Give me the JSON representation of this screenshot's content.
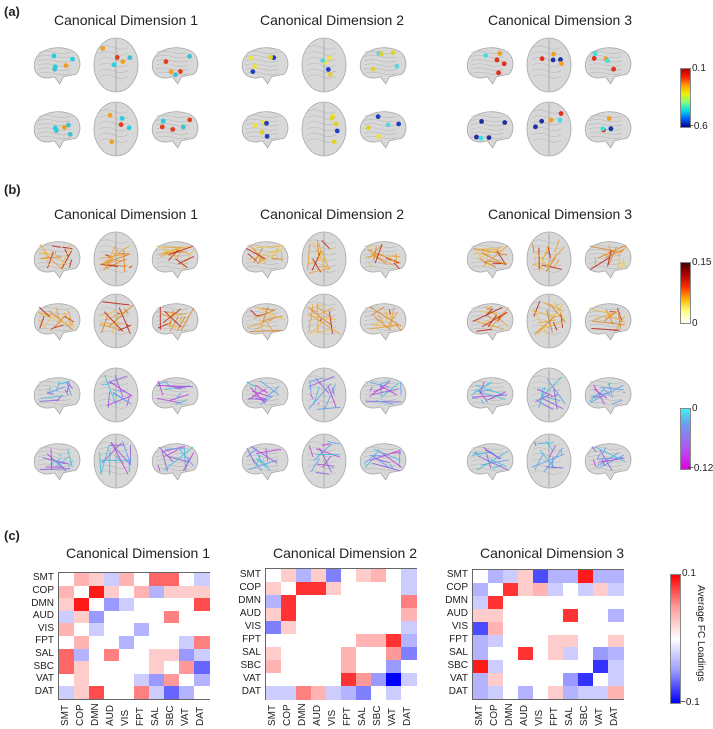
{
  "panels": {
    "a": "(a)",
    "b": "(b)",
    "c": "(c)"
  },
  "dimension_titles": [
    "Canonical Dimension 1",
    "Canonical Dimension 2",
    "Canonical Dimension 3"
  ],
  "colorbars": {
    "a": {
      "max": "0.1",
      "min": "−0.6"
    },
    "b_pos": {
      "max": "0.15",
      "min": "0"
    },
    "b_neg": {
      "max": "0",
      "min": "−0.12"
    },
    "c": {
      "max": "0.1",
      "min": "−0.1",
      "label": "Average FC Loadings"
    }
  },
  "networks": [
    "SMT",
    "COP",
    "DMN",
    "AUD",
    "VIS",
    "FPT",
    "SAL",
    "SBC",
    "VAT",
    "DAT"
  ],
  "colors": {
    "brain": "#d8d8d8",
    "pos_strong": "#e8201e",
    "neg_strong": "#1818e0"
  },
  "chart_data": [
    {
      "type": "heatmap",
      "title": "Canonical Dimension 1",
      "x": [
        "SMT",
        "COP",
        "DMN",
        "AUD",
        "VIS",
        "FPT",
        "SAL",
        "SBC",
        "VAT",
        "DAT"
      ],
      "y": [
        "SMT",
        "COP",
        "DMN",
        "AUD",
        "VIS",
        "FPT",
        "SAL",
        "SBC",
        "VAT",
        "DAT"
      ],
      "range": [
        -0.1,
        0.1
      ],
      "values": [
        [
          0,
          0.03,
          0.02,
          -0.02,
          0.03,
          0,
          0.06,
          0.06,
          0,
          -0.02
        ],
        [
          0.03,
          0,
          0.09,
          0.02,
          0,
          0.03,
          -0.03,
          0.02,
          0.02,
          0.02
        ],
        [
          0.02,
          0.09,
          0,
          -0.04,
          -0.02,
          0,
          0,
          0,
          0,
          0.07
        ],
        [
          -0.02,
          0.02,
          -0.04,
          0,
          0,
          0,
          0,
          0.05,
          0,
          0
        ],
        [
          0.03,
          0,
          -0.02,
          0,
          0,
          -0.03,
          0,
          0,
          0,
          0
        ],
        [
          0,
          0.03,
          0,
          0,
          -0.03,
          0,
          0,
          0,
          -0.02,
          0.05
        ],
        [
          0.06,
          -0.03,
          0,
          0.05,
          0,
          0,
          0.02,
          0.02,
          -0.04,
          -0.02
        ],
        [
          0.06,
          0.02,
          0,
          0,
          0,
          0,
          0.02,
          0,
          0.04,
          -0.06
        ],
        [
          0,
          0.02,
          0,
          0,
          0,
          -0.02,
          -0.04,
          0.04,
          0,
          -0.03
        ],
        [
          -0.02,
          0.02,
          0.07,
          0,
          0,
          0.05,
          -0.02,
          -0.06,
          -0.03,
          0
        ]
      ]
    },
    {
      "type": "heatmap",
      "title": "Canonical Dimension 2",
      "x": [
        "SMT",
        "COP",
        "DMN",
        "AUD",
        "VIS",
        "FPT",
        "SAL",
        "SBC",
        "VAT",
        "DAT"
      ],
      "y": [
        "SMT",
        "COP",
        "DMN",
        "AUD",
        "VIS",
        "FPT",
        "SAL",
        "SBC",
        "VAT",
        "DAT"
      ],
      "range": [
        -0.1,
        0.1
      ],
      "values": [
        [
          0,
          0.02,
          -0.03,
          0.02,
          -0.05,
          0,
          0.02,
          0.03,
          0,
          -0.02
        ],
        [
          0.02,
          0,
          0.08,
          0.08,
          0.02,
          0,
          0,
          0,
          0,
          -0.02
        ],
        [
          -0.03,
          0.08,
          0,
          0,
          0,
          0,
          0,
          0,
          0,
          0.05
        ],
        [
          0.02,
          0.08,
          0,
          0,
          0,
          0,
          0,
          0,
          0,
          0.03
        ],
        [
          -0.05,
          0.02,
          0,
          0,
          0,
          0,
          0,
          0,
          0,
          -0.02
        ],
        [
          0,
          0,
          0,
          0,
          0,
          0,
          0.03,
          0.03,
          0.08,
          -0.03
        ],
        [
          0.02,
          0,
          0,
          0,
          0,
          0.03,
          0,
          0,
          0.04,
          -0.05
        ],
        [
          0.03,
          0,
          0,
          0,
          0,
          0.03,
          0,
          0,
          -0.04,
          0
        ],
        [
          0,
          0,
          0,
          0,
          0,
          0.08,
          0.04,
          -0.04,
          -0.1,
          -0.02
        ],
        [
          -0.02,
          -0.02,
          0.05,
          0.03,
          -0.02,
          -0.03,
          -0.05,
          0,
          -0.02,
          0
        ]
      ]
    },
    {
      "type": "heatmap",
      "title": "Canonical Dimension 3",
      "x": [
        "SMT",
        "COP",
        "DMN",
        "AUD",
        "VIS",
        "FPT",
        "SAL",
        "SBC",
        "VAT",
        "DAT"
      ],
      "y": [
        "SMT",
        "COP",
        "DMN",
        "AUD",
        "VIS",
        "FPT",
        "SAL",
        "SBC",
        "VAT",
        "DAT"
      ],
      "range": [
        -0.1,
        0.1
      ],
      "values": [
        [
          0,
          -0.03,
          -0.02,
          0.02,
          -0.07,
          -0.03,
          -0.03,
          0.09,
          -0.03,
          -0.03
        ],
        [
          -0.03,
          0,
          0.08,
          0.02,
          0.03,
          -0.02,
          0,
          -0.02,
          0.02,
          -0.02
        ],
        [
          -0.02,
          0.08,
          0,
          0,
          0,
          0,
          0,
          0,
          0,
          0
        ],
        [
          0.02,
          0.02,
          0,
          0,
          0,
          0,
          0.08,
          0,
          0,
          -0.03
        ],
        [
          -0.07,
          0.03,
          0,
          0,
          0,
          0,
          0,
          0,
          0,
          0
        ],
        [
          -0.03,
          -0.02,
          0,
          0,
          0,
          0.02,
          0.02,
          0,
          0,
          0.02
        ],
        [
          -0.03,
          0,
          0,
          0.08,
          0,
          0.02,
          -0.02,
          0,
          -0.04,
          -0.03
        ],
        [
          0.09,
          -0.02,
          0,
          0,
          0,
          0,
          0,
          0,
          -0.08,
          -0.02
        ],
        [
          -0.03,
          0.02,
          0,
          0,
          0,
          0,
          -0.04,
          -0.08,
          0,
          -0.02
        ],
        [
          -0.03,
          -0.02,
          0,
          -0.03,
          0,
          0.02,
          -0.03,
          -0.02,
          -0.02,
          0.03
        ]
      ]
    }
  ]
}
